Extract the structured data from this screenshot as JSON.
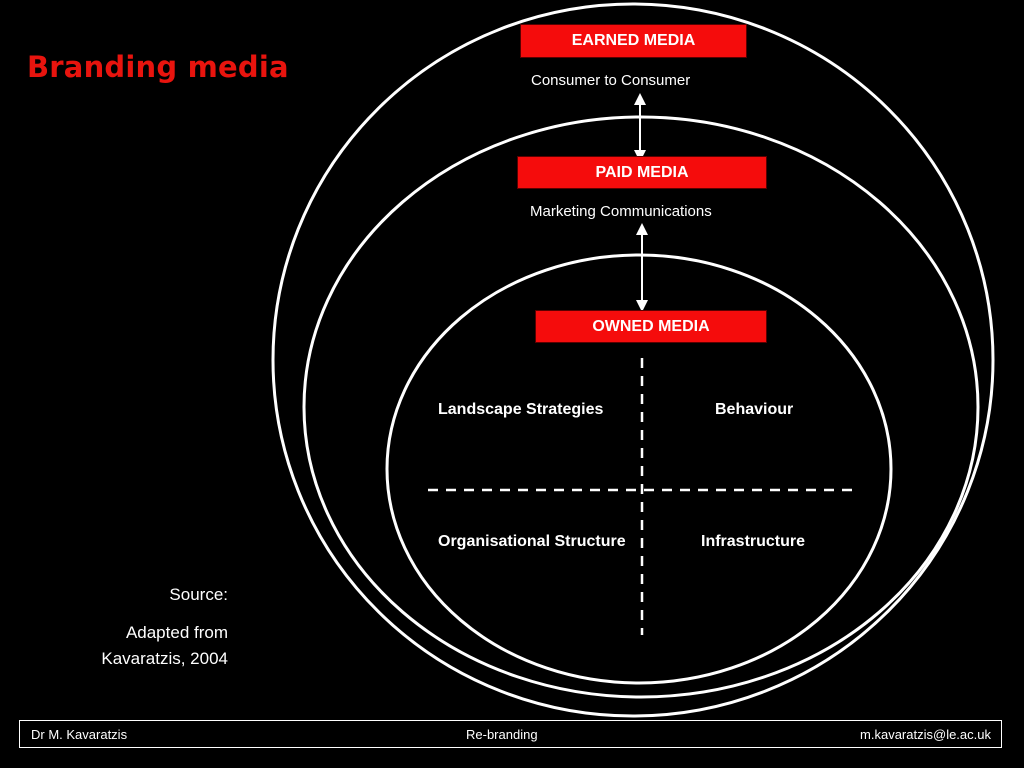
{
  "slide": {
    "title": "Branding media",
    "accent_color": "#f50c0c",
    "title_color": "#e8140e"
  },
  "diagram": {
    "rings": [
      {
        "label": "EARNED MEDIA",
        "description": "Consumer to Consumer"
      },
      {
        "label": "PAID MEDIA",
        "description": "Marketing Communications"
      },
      {
        "label": "OWNED MEDIA",
        "description": ""
      }
    ],
    "quadrants": {
      "top_left": "Landscape Strategies",
      "top_right": "Behaviour",
      "bottom_left": "Organisational Structure",
      "bottom_right": "Infrastructure"
    }
  },
  "source": {
    "heading": "Source:",
    "line1": "Adapted from",
    "line2": "Kavaratzis, 2004"
  },
  "footer": {
    "author": "Dr M. Kavaratzis",
    "topic": "Re-branding",
    "email": "m.kavaratzis@le.ac.uk"
  }
}
